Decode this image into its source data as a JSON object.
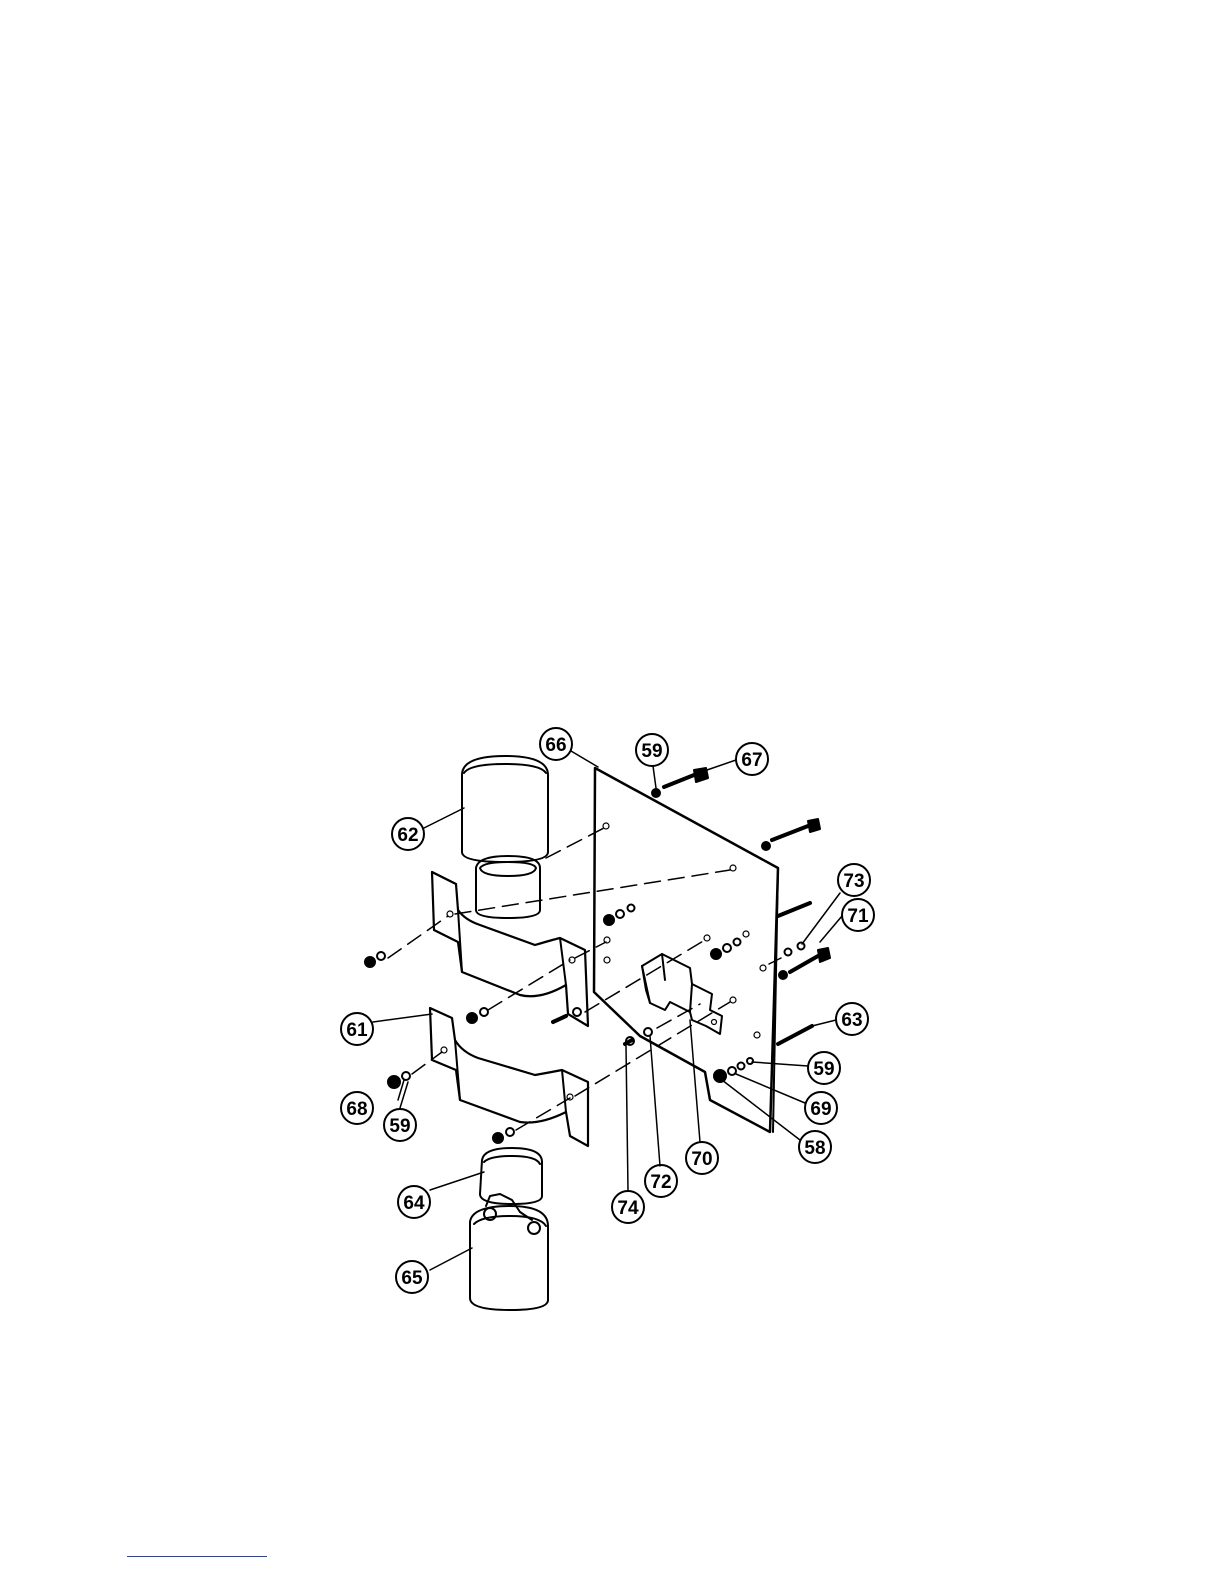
{
  "callouts": [
    {
      "id": "c66",
      "label": "66"
    },
    {
      "id": "c59a",
      "label": "59"
    },
    {
      "id": "c67",
      "label": "67"
    },
    {
      "id": "c62",
      "label": "62"
    },
    {
      "id": "c73",
      "label": "73"
    },
    {
      "id": "c71",
      "label": "71"
    },
    {
      "id": "c61",
      "label": "61"
    },
    {
      "id": "c63",
      "label": "63"
    },
    {
      "id": "c59b",
      "label": "59"
    },
    {
      "id": "c68",
      "label": "68"
    },
    {
      "id": "c59c",
      "label": "59"
    },
    {
      "id": "c69",
      "label": "69"
    },
    {
      "id": "c58",
      "label": "58"
    },
    {
      "id": "c70",
      "label": "70"
    },
    {
      "id": "c72",
      "label": "72"
    },
    {
      "id": "c74",
      "label": "74"
    },
    {
      "id": "c64",
      "label": "64"
    },
    {
      "id": "c65",
      "label": "65"
    }
  ],
  "colors": {
    "line": "#000000",
    "footer_rule": "#1f3fd0"
  }
}
